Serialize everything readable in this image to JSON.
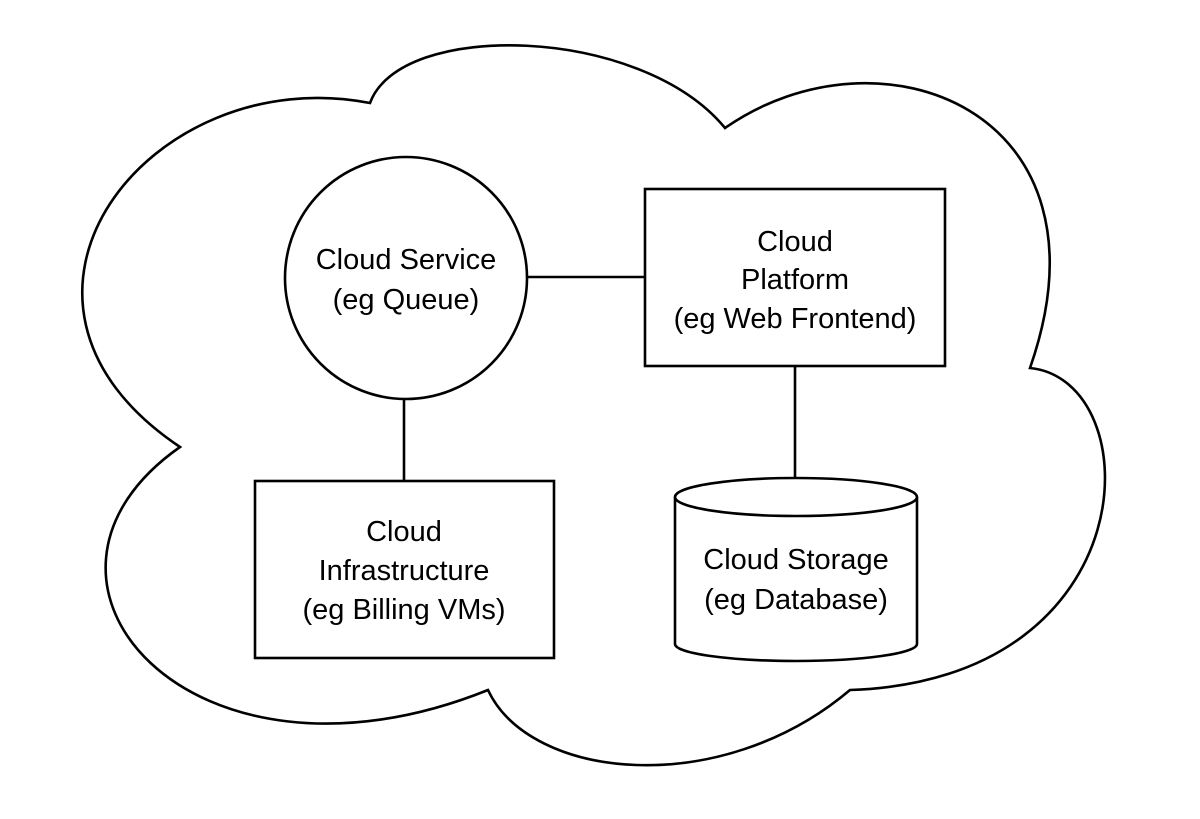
{
  "diagram": {
    "nodes": {
      "service": {
        "lines": [
          "Cloud Service",
          "(eg Queue)"
        ]
      },
      "platform": {
        "lines": [
          "Cloud",
          "Platform",
          "(eg Web Frontend)"
        ]
      },
      "infrastructure": {
        "lines": [
          "Cloud",
          "Infrastructure",
          "(eg Billing VMs)"
        ]
      },
      "storage": {
        "lines": [
          "Cloud Storage",
          "(eg Database)"
        ]
      }
    },
    "edges": [
      {
        "from": "service",
        "to": "platform"
      },
      {
        "from": "service",
        "to": "infrastructure"
      },
      {
        "from": "platform",
        "to": "storage"
      }
    ],
    "colors": {
      "stroke": "#000000",
      "fill": "#ffffff",
      "text": "#000000"
    }
  }
}
